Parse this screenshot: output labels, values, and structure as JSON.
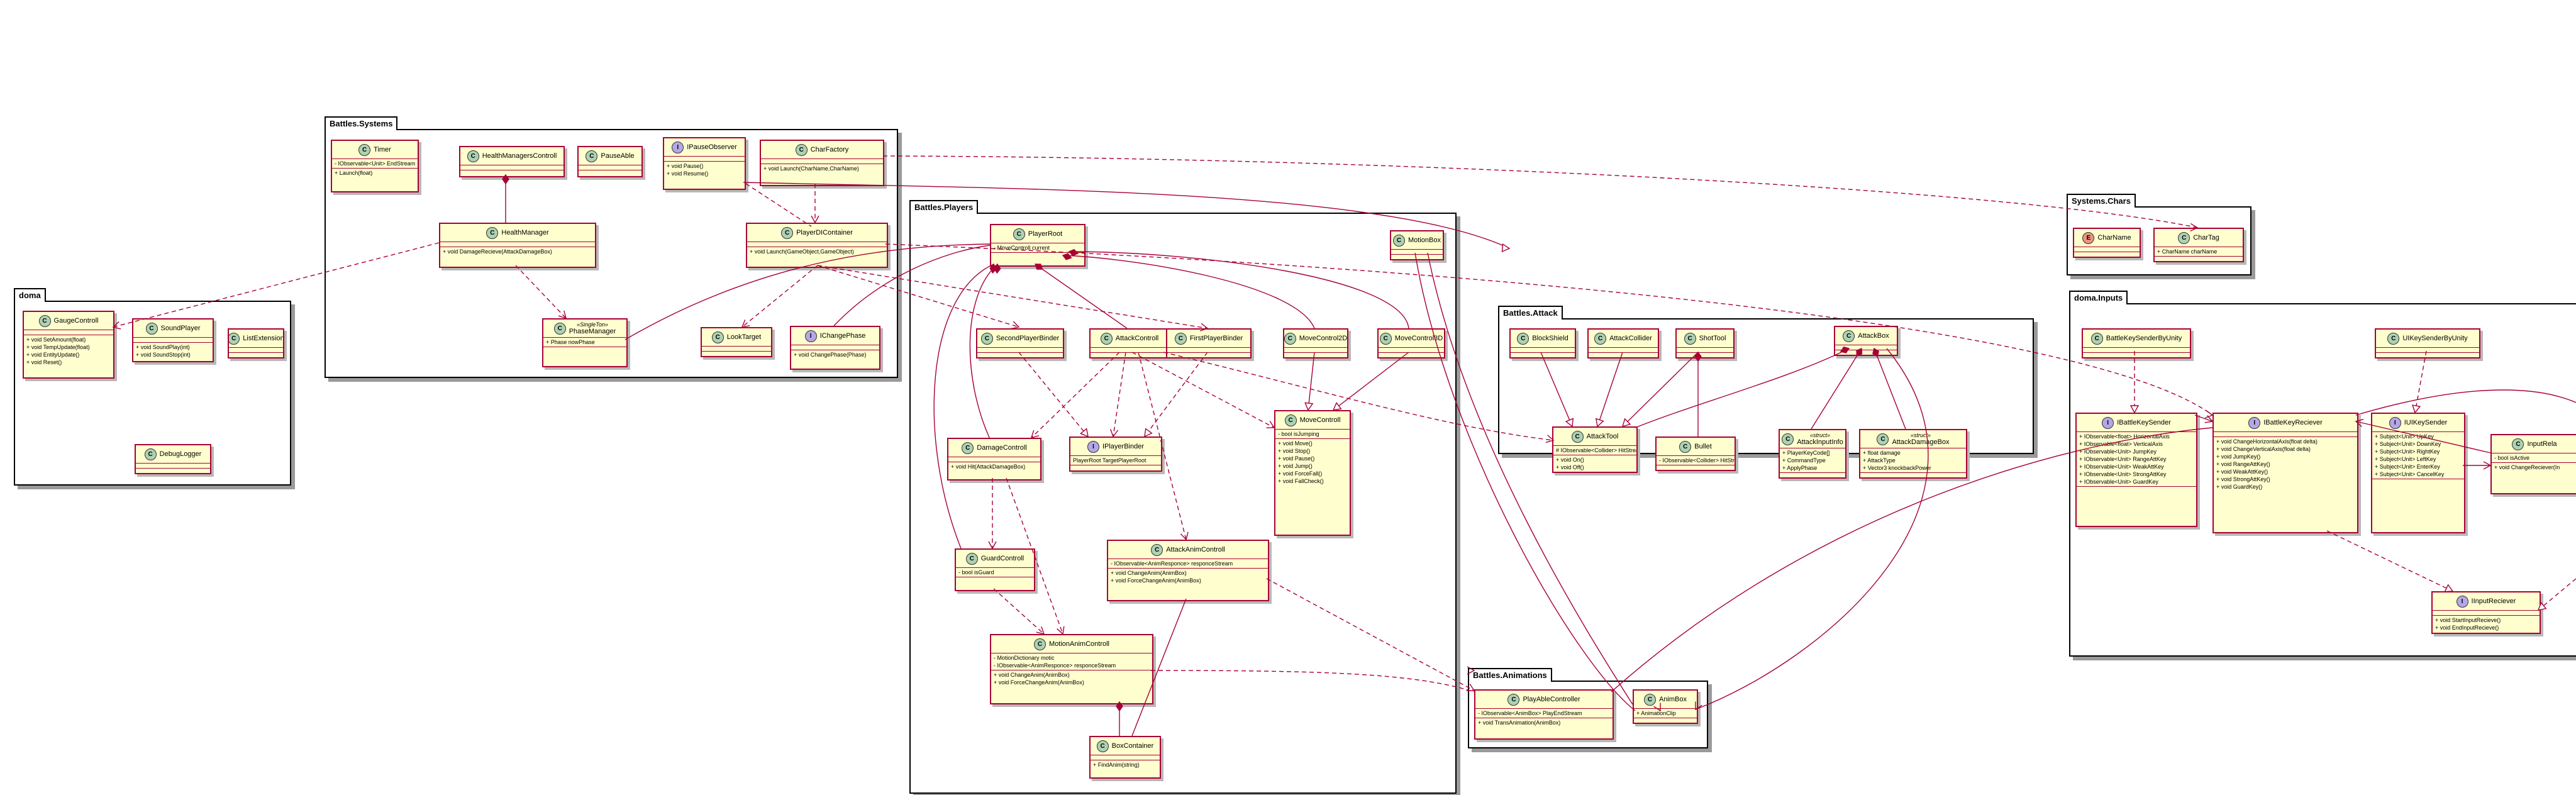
{
  "colors": {
    "class_fill": "#fefece",
    "class_border": "#a80036",
    "edge": "#a80036",
    "package_border": "#000000",
    "class_badge": "#add1b2",
    "interface_badge": "#b4a7e5",
    "enum_badge": "#eb937f"
  },
  "packages": [
    {
      "id": "pkg-battles-systems",
      "label": "Battles.Systems"
    },
    {
      "id": "pkg-doma",
      "label": "doma"
    },
    {
      "id": "pkg-battles-players",
      "label": "Battles.Players"
    },
    {
      "id": "pkg-battles-attack",
      "label": "Battles.Attack"
    },
    {
      "id": "pkg-battles-animations",
      "label": "Battles.Animations"
    },
    {
      "id": "pkg-systems-chars",
      "label": "Systems.Chars"
    },
    {
      "id": "pkg-doma-inputs",
      "label": "doma.Inputs"
    }
  ],
  "classes": [
    {
      "id": "Timer",
      "kind": "C",
      "name": "Timer",
      "fields": [
        "- IObservable<Unit> EndStream"
      ],
      "methods": [
        "+ Launch(float)"
      ]
    },
    {
      "id": "HealthManagersControll",
      "kind": "C",
      "name": "HealthManagersControll",
      "fields": [],
      "methods": []
    },
    {
      "id": "PauseAble",
      "kind": "C",
      "name": "PauseAble",
      "fields": [],
      "methods": []
    },
    {
      "id": "IPauseObserver",
      "kind": "I",
      "name": "IPauseObserver",
      "fields": [],
      "methods": [
        "+ void Pause()",
        "+ void Resume()"
      ]
    },
    {
      "id": "CharFactory",
      "kind": "C",
      "name": "CharFactory",
      "fields": [],
      "methods": [
        "+ void Launch(CharName,CharName)"
      ]
    },
    {
      "id": "HealthManager",
      "kind": "C",
      "name": "HealthManager",
      "fields": [],
      "methods": [
        "+ void DamageRecieve(AttackDamageBox)"
      ]
    },
    {
      "id": "PlayerDIContainer",
      "kind": "C",
      "name": "PlayerDIContainer",
      "fields": [],
      "methods": [
        "+ void Launch(GameObject,GameObject)"
      ]
    },
    {
      "id": "PhaseManager",
      "kind": "C",
      "stereotype": "«SingleTon»",
      "name": "PhaseManager",
      "fields": [
        "+ Phase nowPhase"
      ],
      "methods": []
    },
    {
      "id": "LookTarget",
      "kind": "C",
      "name": "LookTarget",
      "fields": [],
      "methods": []
    },
    {
      "id": "IChangePhase",
      "kind": "I",
      "name": "IChangePhase",
      "fields": [],
      "methods": [
        "+ void ChangePhase(Phase)"
      ]
    },
    {
      "id": "GaugeControll",
      "kind": "C",
      "name": "GaugeControll",
      "fields": [],
      "methods": [
        "+ void SetAmount(float)",
        "+ void TempUpdate(float)",
        "+ void EntityUpdate()",
        "+ void Reset()"
      ]
    },
    {
      "id": "SoundPlayer",
      "kind": "C",
      "name": "SoundPlayer",
      "fields": [],
      "methods": [
        "+ void SoundPlay(int)",
        "+ void SoundStop(int)"
      ]
    },
    {
      "id": "ListExtension",
      "kind": "C",
      "name": "ListExtension",
      "fields": [],
      "methods": []
    },
    {
      "id": "DebugLogger",
      "kind": "C",
      "name": "DebugLogger",
      "fields": [],
      "methods": []
    },
    {
      "id": "PlayerRoot",
      "kind": "C",
      "name": "PlayerRoot",
      "fields": [
        "- MoveControll current"
      ],
      "methods": []
    },
    {
      "id": "MotionBox",
      "kind": "C",
      "name": "MotionBox",
      "fields": [],
      "methods": []
    },
    {
      "id": "SecondPlayerBinder",
      "kind": "C",
      "name": "SecondPlayerBinder",
      "fields": [],
      "methods": []
    },
    {
      "id": "AttackControll",
      "kind": "C",
      "name": "AttackControll",
      "fields": [],
      "methods": []
    },
    {
      "id": "FirstPlayerBinder",
      "kind": "C",
      "name": "FirstPlayerBinder",
      "fields": [],
      "methods": []
    },
    {
      "id": "MoveControl2D",
      "kind": "C",
      "name": "MoveControl2D",
      "fields": [],
      "methods": []
    },
    {
      "id": "MoveControl3D",
      "kind": "C",
      "name": "MoveControl3D",
      "fields": [],
      "methods": []
    },
    {
      "id": "DamageControll",
      "kind": "C",
      "name": "DamageControll",
      "fields": [],
      "methods": [
        "+ void Hit(AttackDamageBox)"
      ]
    },
    {
      "id": "IPlayerBinder",
      "kind": "I",
      "name": "IPlayerBinder",
      "fields": [
        "PlayerRoot TargetPlayerRoot"
      ],
      "methods": []
    },
    {
      "id": "MoveControll",
      "kind": "C",
      "name": "MoveControll",
      "fields": [
        "- bool isJumping"
      ],
      "methods": [
        "+ void Move()",
        "+ void Stop()",
        "+ void Pause()",
        "+ void Jump()",
        "+ void ForceFall()",
        "+ void FallCheck()"
      ]
    },
    {
      "id": "AttackAnimControll",
      "kind": "C",
      "name": "AttackAnimControll",
      "fields": [
        "- IObservable<AnimResponce> responceStream"
      ],
      "methods": [
        "+ void ChangeAnim(AnimBox)",
        "+ void ForceChangeAnim(AnimBox)"
      ]
    },
    {
      "id": "GuardControll",
      "kind": "C",
      "name": "GuardControll",
      "fields": [
        "- bool isGuard"
      ],
      "methods": []
    },
    {
      "id": "MotionAnimControll",
      "kind": "C",
      "name": "MotionAnimControll",
      "fields": [
        "- MotionDictionary motic",
        "- IObservable<AnimResponce> responceStream"
      ],
      "methods": [
        "+ void ChangeAnim(AnimBox)",
        "+ void ForceChangeAnim(AnimBox)"
      ]
    },
    {
      "id": "BoxContainer",
      "kind": "C",
      "name": "BoxContainer",
      "fields": [],
      "methods": [
        "+ FindAnim(string)"
      ]
    },
    {
      "id": "BlockShield",
      "kind": "C",
      "name": "BlockShield",
      "fields": [],
      "methods": []
    },
    {
      "id": "AttackCollider",
      "kind": "C",
      "name": "AttackCollider",
      "fields": [],
      "methods": []
    },
    {
      "id": "ShotTool",
      "kind": "C",
      "name": "ShotTool",
      "fields": [],
      "methods": []
    },
    {
      "id": "AttackBox",
      "kind": "C",
      "name": "AttackBox",
      "fields": [],
      "methods": []
    },
    {
      "id": "AttackTool",
      "kind": "C",
      "name": "AttackTool",
      "fields": [
        "# IObservable<Collider> HitStream"
      ],
      "methods": [
        "+ void On()",
        "+ void Off()"
      ]
    },
    {
      "id": "Bullet",
      "kind": "C",
      "name": "Bullet",
      "fields": [
        "- IObservable<Collider> HitStream"
      ],
      "methods": []
    },
    {
      "id": "AttackInputInfo",
      "kind": "C",
      "stereotype": "«struct»",
      "name": "AttackInputInfo",
      "fields": [
        "+ PlayerKeyCode[]",
        "+ CommandType",
        "+ ApplyPhase"
      ],
      "methods": []
    },
    {
      "id": "AttackDamageBox",
      "kind": "C",
      "stereotype": "«struct»",
      "name": "AttackDamageBox",
      "fields": [
        "+ float damage",
        "+ AttackType",
        "+ Vector3 knockbackPower"
      ],
      "methods": []
    },
    {
      "id": "PlayAbleController",
      "kind": "C",
      "name": "PlayAbleController",
      "fields": [
        "- IObservable<AnimBox> PlayEndStream"
      ],
      "methods": [
        "+ void TransAnimation(AnimBox)"
      ]
    },
    {
      "id": "AnimBox",
      "kind": "C",
      "name": "AnimBox",
      "fields": [
        "+ AnimationClip"
      ],
      "methods": []
    },
    {
      "id": "CharName",
      "kind": "E",
      "name": "CharName",
      "fields": [],
      "methods": []
    },
    {
      "id": "CharTag",
      "kind": "C",
      "name": "CharTag",
      "fields": [
        "+ CharName charName"
      ],
      "methods": []
    },
    {
      "id": "BattleKeySenderByUnity",
      "kind": "C",
      "name": "BattleKeySenderByUnity",
      "fields": [],
      "methods": []
    },
    {
      "id": "UIKeySenderByUnity",
      "kind": "C",
      "name": "UIKeySenderByUnity",
      "fields": [],
      "methods": []
    },
    {
      "id": "IBattleKeySender",
      "kind": "I",
      "name": "IBattleKeySender",
      "fields": [
        "+ IObservable<float> HorizontalAxis",
        "+ IObservable<float> VerticalAxis",
        "+ IObservable<Unit> JumpKey",
        "+ IObservable<Unit> RangeAttKey",
        "+ IObservable<Unit> WeakAttKey",
        "+ IObservable<Unit> StrongAttKey",
        "+ IObservable<Unit> GuardKey"
      ],
      "methods": []
    },
    {
      "id": "IBattleKeyReciever",
      "kind": "I",
      "name": "IBattleKeyReciever",
      "fields": [],
      "methods": [
        "+ void ChangeHorizontalAxis(float delta)",
        "+ void ChangeVerticalAxis(float delta)",
        "+ void JumpKey()",
        "+ void RangeAttKey()",
        "+ void WeakAttKey()",
        "+ void StrongAttKey()",
        "+ void GuardKey()"
      ]
    },
    {
      "id": "IUIKeySender",
      "kind": "I",
      "name": "IUIKeySender",
      "fields": [
        "+ Subject<Unit> UpKey",
        "+ Subject<Unit> DownKey",
        "+ Subject<Unit> RightKey",
        "+ Subject<Unit> LeftKey",
        "+ Subject<Unit> EnterKey",
        "+ Subject<Unit> CancelKey"
      ],
      "methods": []
    },
    {
      "id": "InputRelay",
      "kind": "C",
      "name": "InputRela",
      "fields": [
        "- bool isActive"
      ],
      "methods": [
        "+ void ChangeReciever(In"
      ]
    },
    {
      "id": "IInputReciever",
      "kind": "I",
      "name": "IInputReciever",
      "fields": [],
      "methods": [
        "+ void StartInputRecieve()",
        "+ void EndInputRecieve()"
      ]
    }
  ]
}
